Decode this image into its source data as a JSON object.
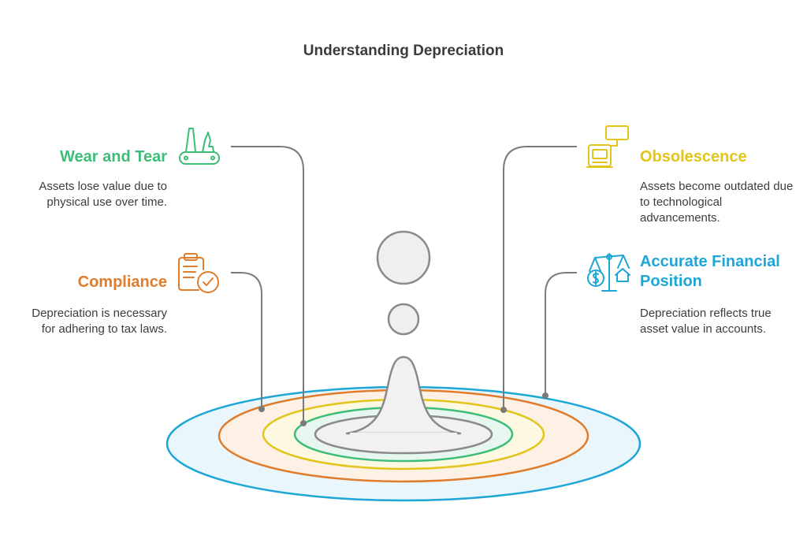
{
  "title": "Understanding Depreciation",
  "colors": {
    "wear": "#3ebd78",
    "compliance": "#e07d2c",
    "obsolescence": "#e3c51a",
    "accurate": "#1ea6d6",
    "neutral": "#8a8a8a",
    "connector": "#7a7a7a"
  },
  "items": {
    "wear": {
      "heading": "Wear and Tear",
      "description": "Assets lose value due to physical use over time.",
      "icon": "multitool-icon"
    },
    "compliance": {
      "heading": "Compliance",
      "description": "Depreciation is necessary for adhering to tax laws.",
      "icon": "clipboard-check-icon"
    },
    "obsolescence": {
      "heading": "Obsolescence",
      "description": "Assets become outdated due to technological advancements.",
      "icon": "outdated-computer-icon"
    },
    "accurate": {
      "heading": "Accurate Financial Position",
      "description": "Depreciation reflects true asset value in accounts.",
      "icon": "balance-scale-icon"
    }
  }
}
